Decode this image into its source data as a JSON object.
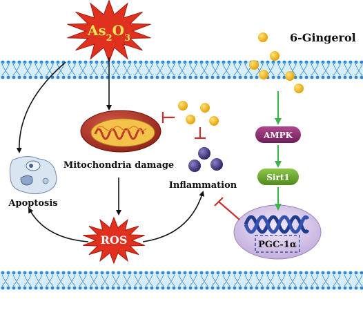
{
  "labels": {
    "as2o3_main": "As",
    "as2o3_sub2": "2",
    "as2o3_o": "O",
    "as2o3_sub3": "3",
    "gingerol": "6-Gingerol",
    "mito": "Mitochondria damage",
    "apoptosis": "Apoptosis",
    "inflammation": "Inflammation",
    "ros": "ROS",
    "ampk": "AMPK",
    "sirt1": "Sirt1",
    "pgc": "PGC-1α"
  },
  "colors": {
    "membrane_fill": "#d7eef9",
    "membrane_head": "#2f86cc",
    "star_red": "#e0301e",
    "star_text": "#f7e65a",
    "gingerol_dot": "#f2b300",
    "inhibit_red": "#c9302c",
    "activate_green": "#3fb34a",
    "ampk_fill": "#8b2c6f",
    "sirt1_fill": "#6aa02c",
    "nucleus_fill": "#d9cde8",
    "dna_blue": "#203a8f"
  }
}
